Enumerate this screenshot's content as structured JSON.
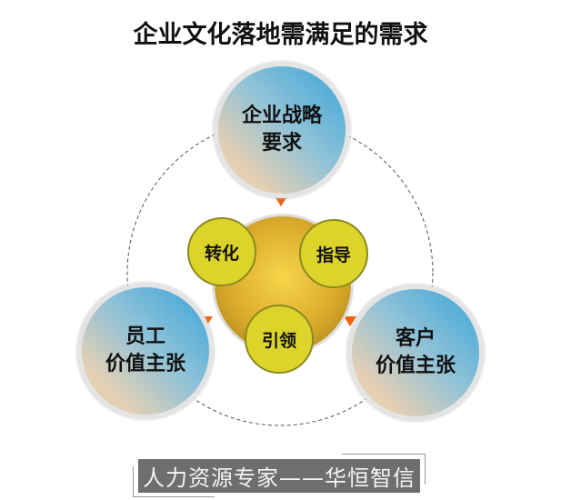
{
  "title": "企业文化落地需满足的需求",
  "outer": [
    {
      "lines": [
        "企业战略",
        "要求"
      ]
    },
    {
      "lines": [
        "员工",
        "价值主张"
      ]
    },
    {
      "lines": [
        "客户",
        "价值主张"
      ]
    }
  ],
  "inner": [
    "转化",
    "指导",
    "引领"
  ],
  "watermark": "人力资源专家——华恒智信",
  "colors": {
    "arrow": "#f06010",
    "inner": "#dcd42a",
    "blue": "#3aa4d8"
  }
}
